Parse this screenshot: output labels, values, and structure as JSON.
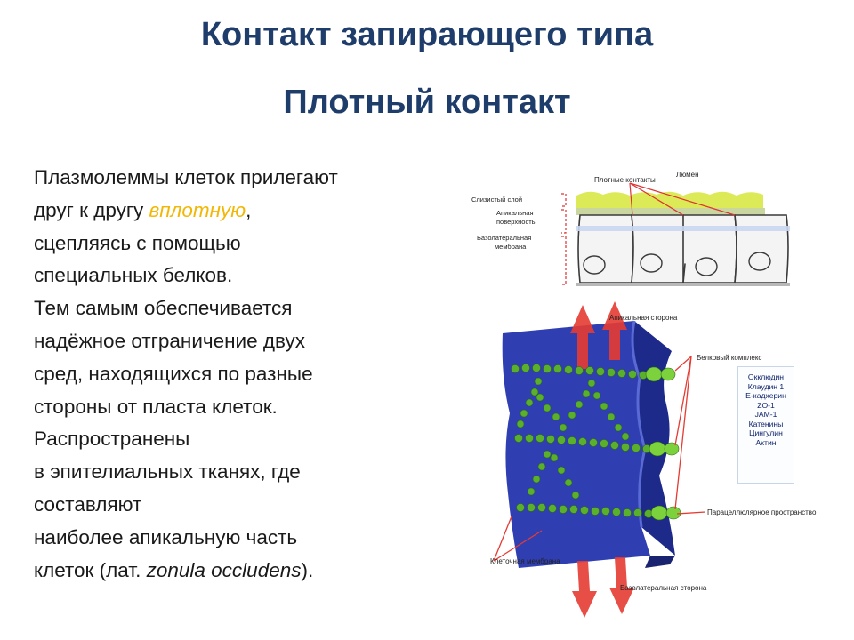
{
  "slide": {
    "title": "Контакт запирающего типа",
    "subtitle": "Плотный контакт",
    "text": {
      "l1": "Плазмолеммы клеток прилегают",
      "l2_a": "друг к другу ",
      "l2_accent": "вплотную",
      "l2_b": ",",
      "l3": "сцепляясь с помощью",
      "l4": "специальных белков.",
      "l5": "Тем самым обеспечивается",
      "l6": "надёжное отграничение двух",
      "l7": "сред, находящихся по разные",
      "l8": "стороны от пласта клеток.",
      "l9": "Распространены",
      "l10": "в эпителиальных тканях, где",
      "l11": "составляют",
      "l12": "наиболее апикальную часть",
      "l13_a": "клеток (лат. ",
      "l13_italic": "zonula occludens",
      "l13_b": ")."
    }
  },
  "diagram_top": {
    "label_lumen": "Люмен",
    "label_tight_junctions": "Плотные контакты",
    "label_mucus": "Слизистый слой",
    "label_apical_1": "Апикальная",
    "label_apical_2": "поверхность",
    "label_basolateral_1": "Базолатеральная",
    "label_basolateral_2": "мембрана"
  },
  "diagram_bottom": {
    "label_apical_side": "Апикальная сторона",
    "label_protein_complex": "Белковый комплекс",
    "label_paracellular": "Парацеллюлярное пространство",
    "label_cell_membrane": "Клеточная мембрана",
    "label_basolateral_side": "Базолатеральная сторона",
    "legend": [
      "Окклюдин",
      "Клаудин 1",
      "E-кадхерин",
      "ZO-1",
      "JAM-1",
      "Катенины",
      "Цингулин",
      "Актин"
    ]
  },
  "colors": {
    "title": "#1f3d6b",
    "accent": "#f2b705",
    "membrane_blue": "#2a3aa6",
    "protein_green": "#4faa2a",
    "arrow_red": "#e53b33"
  }
}
